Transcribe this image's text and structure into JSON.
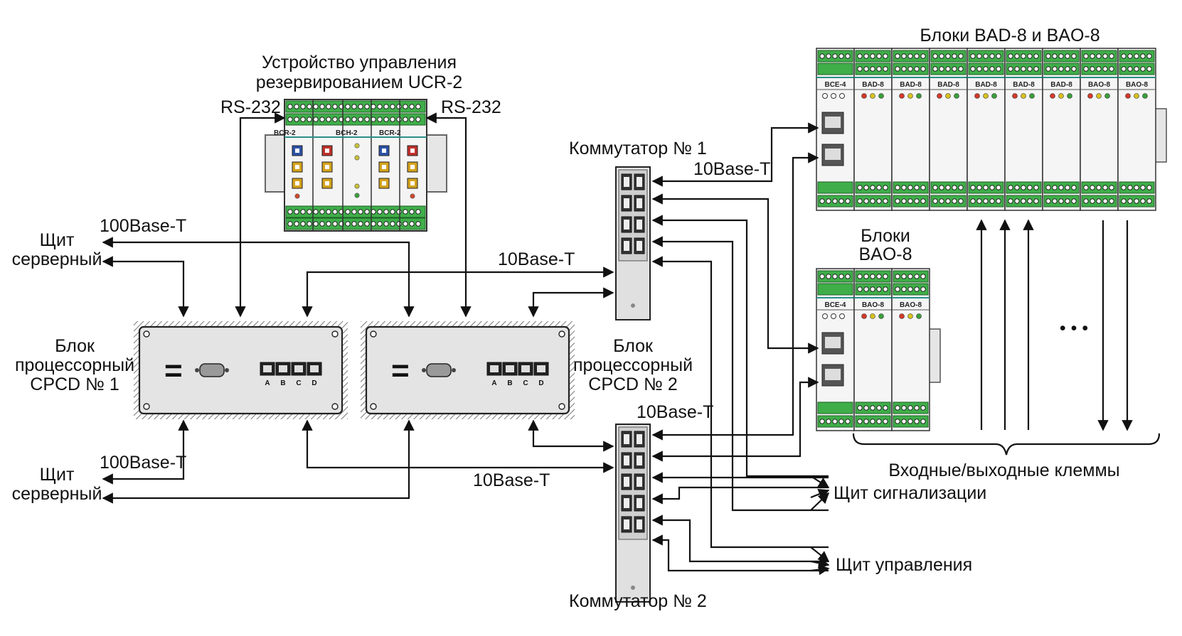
{
  "labels": {
    "ucr_title_line1": "Устройство управления",
    "ucr_title_line2": "резервированием UCR-2",
    "rs232_left": "RS-232",
    "rs232_right": "RS-232",
    "switch1": "Коммутатор № 1",
    "switch2": "Коммутатор № 2",
    "net_10base_1": "10Base-T",
    "net_10base_2": "10Base-T",
    "net_10base_3": "10Base-T",
    "net_10base_4": "10Base-T",
    "net_100base_top": "100Base-T",
    "net_100base_bottom": "100Base-T",
    "server_top_l1": "Щит",
    "server_top_l2": "серверный",
    "server_bottom_l1": "Щит",
    "server_bottom_l2": "серверный",
    "cpu1_l1": "Блок",
    "cpu1_l2": "процессорный",
    "cpu1_l3": "CPCD № 1",
    "cpu2_l1": "Блок",
    "cpu2_l2": "процессорный",
    "cpu2_l3": "CPCD № 2",
    "bad_bao_title": "Блоки BAD-8 и BAO-8",
    "bao_title_l1": "Блоки",
    "bao_title_l2": "BAO-8",
    "terminals": "Входные/выходные клеммы",
    "alarm_panel": "Щит сигнализации",
    "control_panel": "Щит управления",
    "ellipsis": "• • •"
  },
  "ucr_modules": [
    "BCR-2",
    "BCH-2",
    "BCR-2"
  ],
  "rack_top_modules": [
    "BCE-4",
    "BAD-8",
    "BAD-8",
    "BAD-8",
    "BAD-8",
    "BAD-8",
    "BAD-8",
    "BAO-8",
    "BAO-8"
  ],
  "rack_bottom_modules": [
    "BCE-4",
    "BAO-8",
    "BAO-8"
  ],
  "cpu_ports": [
    "A",
    "B",
    "C",
    "D"
  ],
  "cpu_power_symbol": "="
}
